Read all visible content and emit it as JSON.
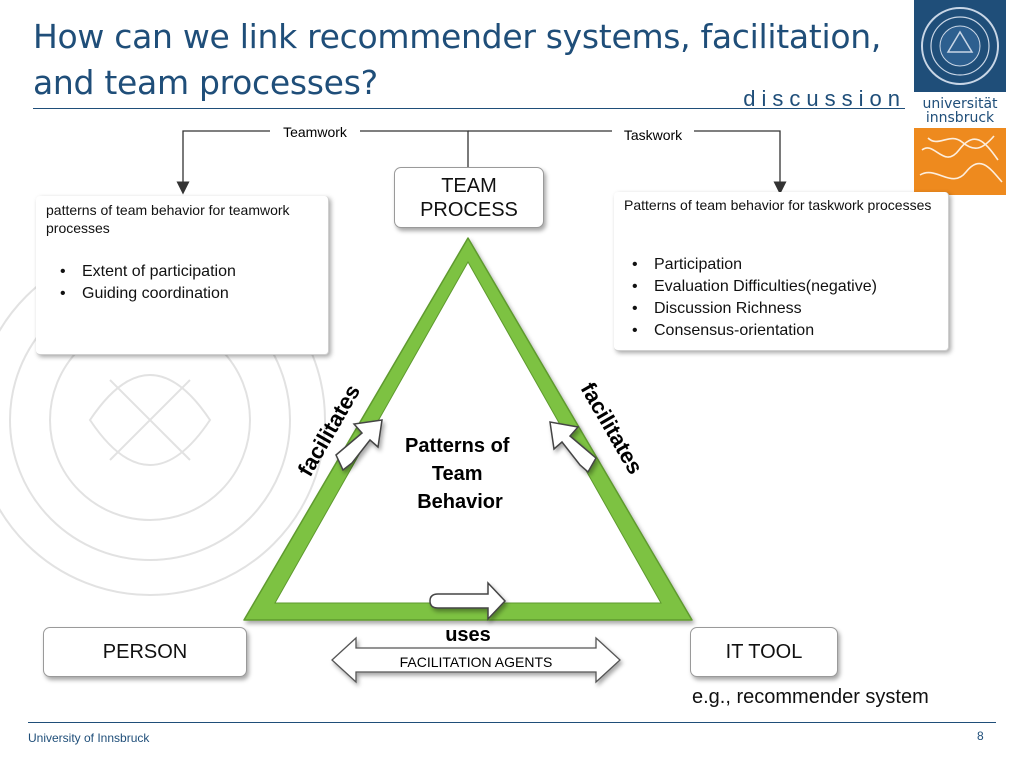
{
  "slide": {
    "title": "How can we link recommender systems, facilitation, and team processes?",
    "subtitle": "discussion",
    "logo_text": [
      "universität",
      "innsbruck"
    ],
    "footer": "University of Innsbruck",
    "page_number": "8"
  },
  "diagram": {
    "teamwork_label": "Teamwork",
    "taskwork_label": "Taskwork",
    "team_process": "TEAM PROCESS",
    "left_box": {
      "heading": "patterns of team behavior for teamwork processes",
      "items": [
        "Extent of participation",
        "Guiding coordination"
      ]
    },
    "right_box": {
      "heading": "Patterns of team behavior for taskwork processes",
      "items": [
        "Participation",
        "Evaluation Difficulties(negative)",
        "Discussion Richness",
        "Consensus-orientation"
      ]
    },
    "center_text": "Patterns of Team Behavior",
    "facilitates_left": "facilitates",
    "facilitates_right": "facilitates",
    "uses": "uses",
    "facilitation_agents": "FACILITATION AGENTS",
    "person": "PERSON",
    "it_tool": "IT TOOL",
    "it_tool_example": "e.g., recommender system"
  },
  "colors": {
    "title_blue": "#1f4e79",
    "triangle_green": "#7dc243",
    "logo_orange": "#ee8a1e"
  }
}
